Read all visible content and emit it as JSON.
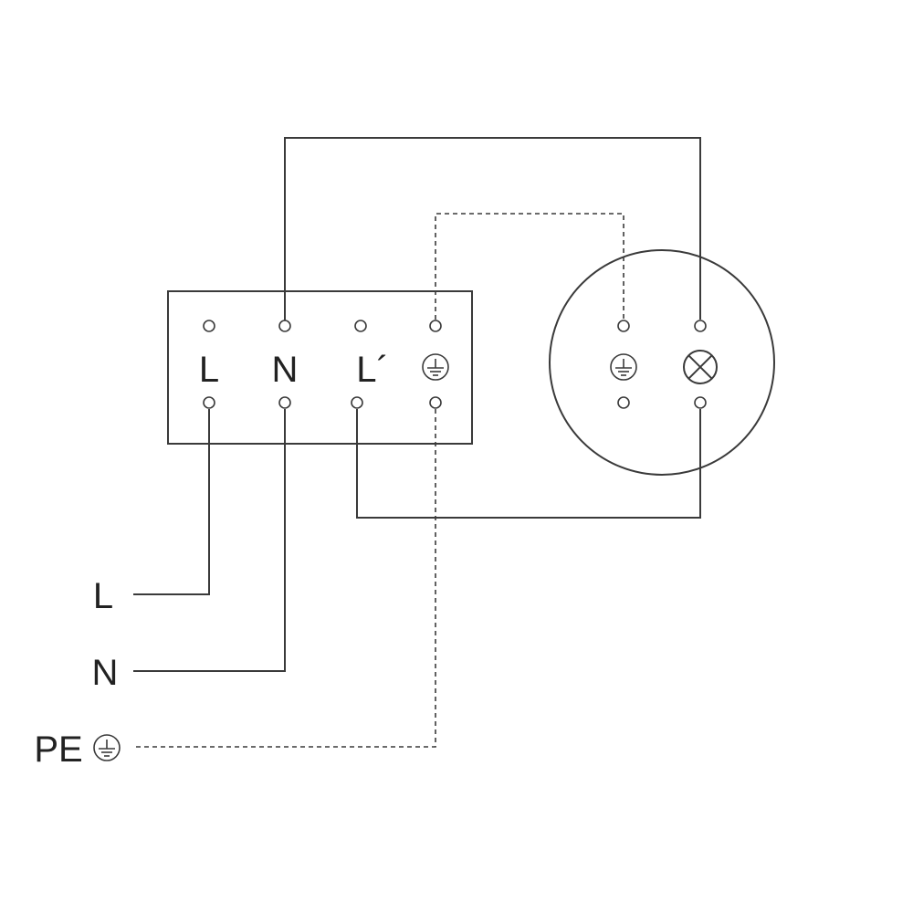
{
  "terminal_block": {
    "labels": [
      "L",
      "N",
      "L´"
    ],
    "ground_symbol": "earth-ground-icon"
  },
  "luminaire": {
    "ground_symbol": "earth-ground-icon",
    "lamp_symbol": "lamp-cross-icon"
  },
  "supply": {
    "line_label": "L",
    "neutral_label": "N",
    "pe_label": "PE",
    "pe_symbol": "earth-ground-icon"
  },
  "colors": {
    "stroke": "#3a3a3a",
    "text": "#222222"
  }
}
